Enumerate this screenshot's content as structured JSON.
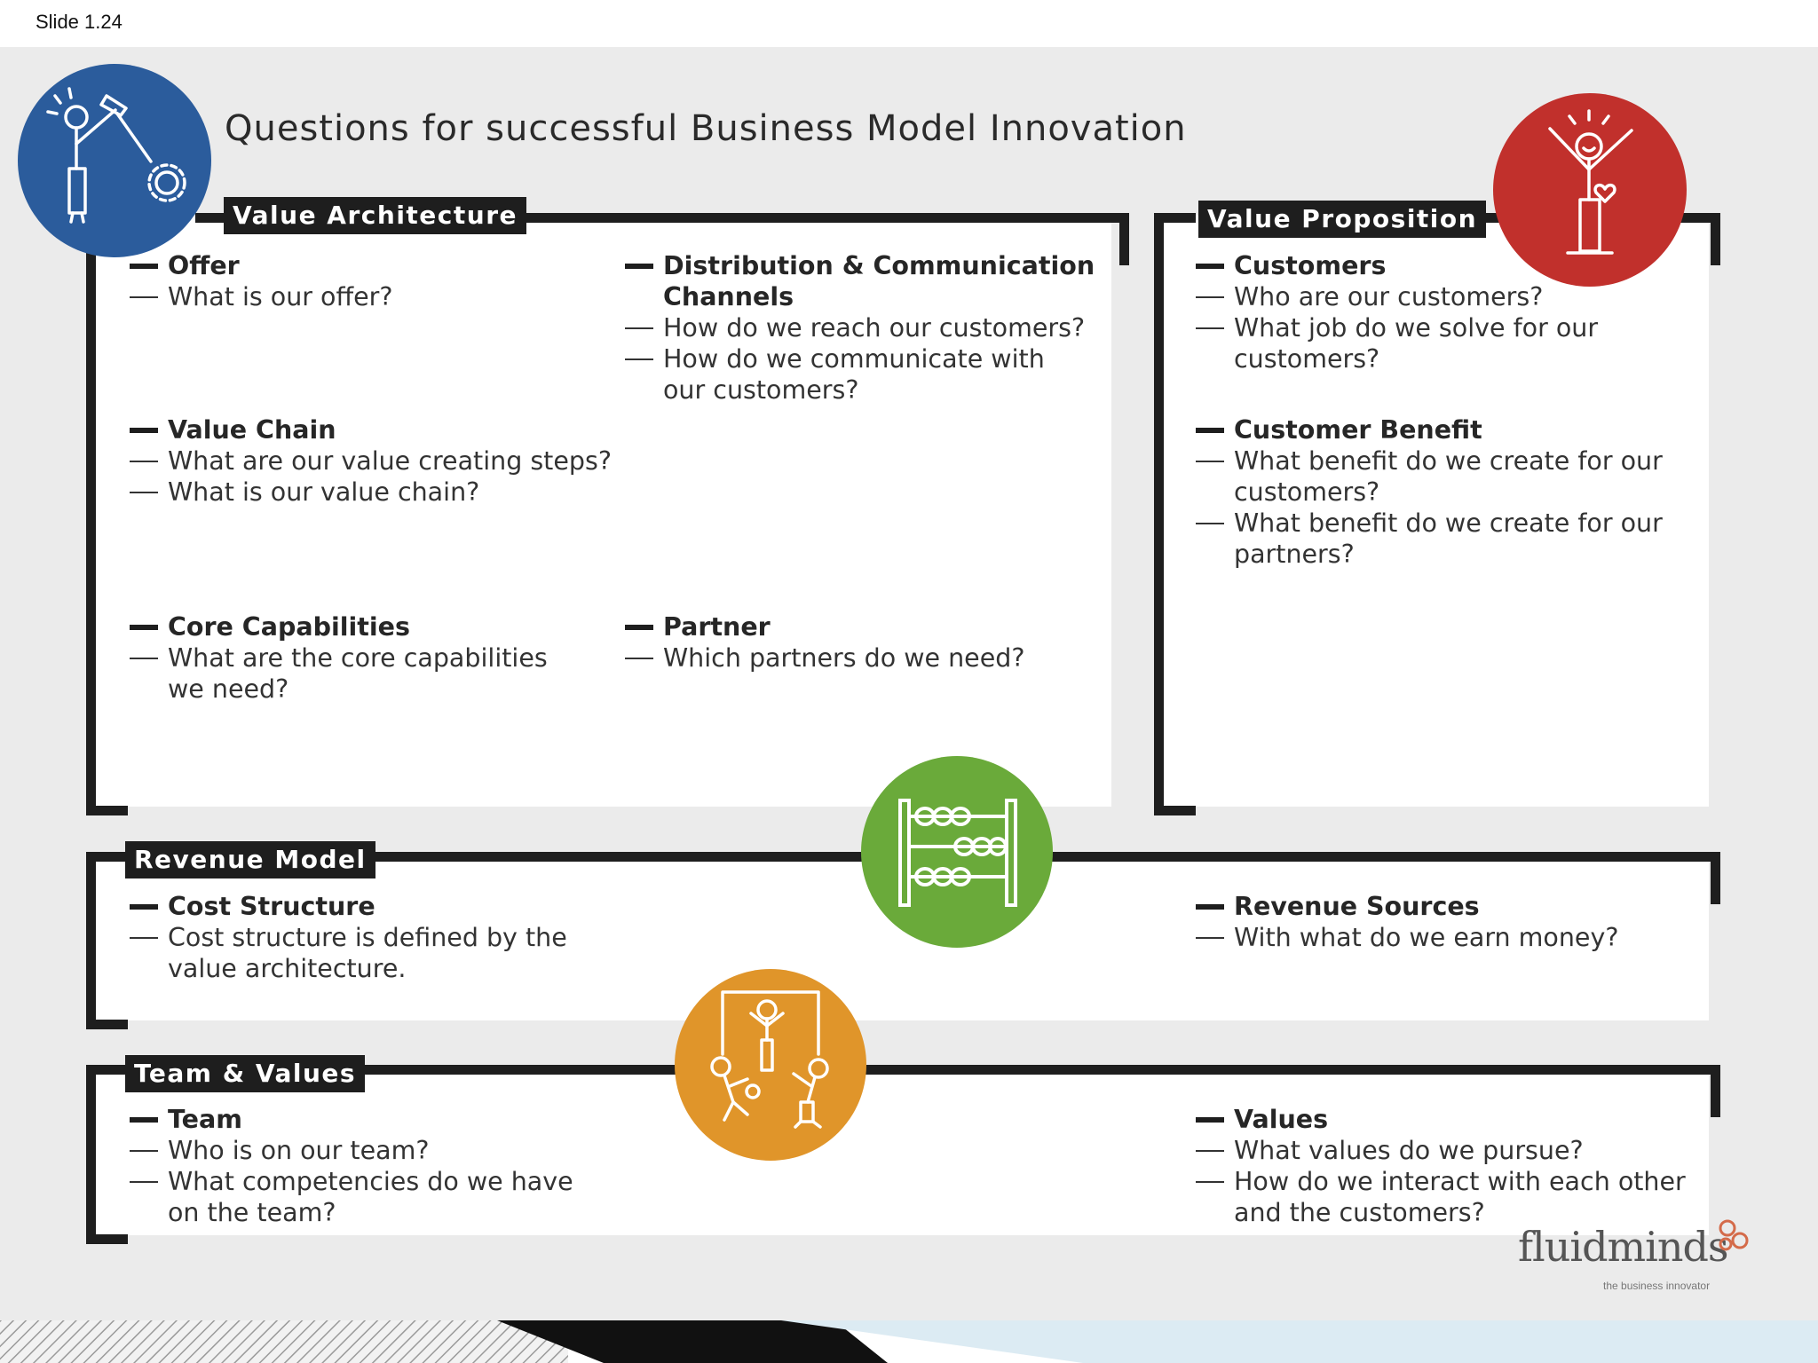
{
  "slide_label": "Slide 1.24",
  "title": "Questions for successful Business Model Innovation",
  "sections": {
    "value_architecture": {
      "label": "Value Architecture",
      "offer": {
        "heading": "Offer",
        "q1": "What is our offer?"
      },
      "distribution": {
        "heading_l1": "Distribution & Communication",
        "heading_l2": "Channels",
        "q1": "How do we reach our customers?",
        "q2_l1": "How do we communicate with",
        "q2_l2": "our customers?"
      },
      "value_chain": {
        "heading": "Value Chain",
        "q1": "What are our value creating steps?",
        "q2": "What is our value chain?"
      },
      "core": {
        "heading": "Core Capabilities",
        "q1_l1": "What are the core capabilities",
        "q1_l2": "we need?"
      },
      "partner": {
        "heading": "Partner",
        "q1": "Which partners do we need?"
      }
    },
    "value_proposition": {
      "label": "Value Proposition",
      "customers": {
        "heading": "Customers",
        "q1": "Who are our customers?",
        "q2_l1": "What job do we solve for our",
        "q2_l2": "customers?"
      },
      "benefit": {
        "heading": "Customer Benefit",
        "q1_l1": "What benefit do we create for our",
        "q1_l2": "customers?",
        "q2_l1": "What benefit do we create for our",
        "q2_l2": "partners?"
      }
    },
    "revenue_model": {
      "label": "Revenue Model",
      "cost": {
        "heading": "Cost Structure",
        "q1_l1": "Cost structure is defined by the",
        "q1_l2": "value architecture."
      },
      "sources": {
        "heading": "Revenue Sources",
        "q1": "With what do we earn money?"
      }
    },
    "team_values": {
      "label": "Team & Values",
      "team": {
        "heading": "Team",
        "q1": "Who is on our team?",
        "q2_l1": "What competencies do we have",
        "q2_l2": "on the team?"
      },
      "values": {
        "heading": "Values",
        "q1": "What values do we pursue?",
        "q2_l1": "How do we interact with each other",
        "q2_l2": "and the customers?"
      }
    }
  },
  "logo": {
    "word": "fluidminds",
    "tagline": "the business innovator"
  },
  "colors": {
    "blue": "#2b5c9c",
    "red": "#c1302c",
    "green": "#6aaa3a",
    "orange": "#e0952a",
    "dark": "#1e1e1e",
    "canvas": "#ebebeb"
  },
  "icons": [
    "builder-person-icon",
    "happy-person-icon",
    "abacus-icon",
    "team-playing-icon",
    "fluidminds-logo-icon"
  ]
}
